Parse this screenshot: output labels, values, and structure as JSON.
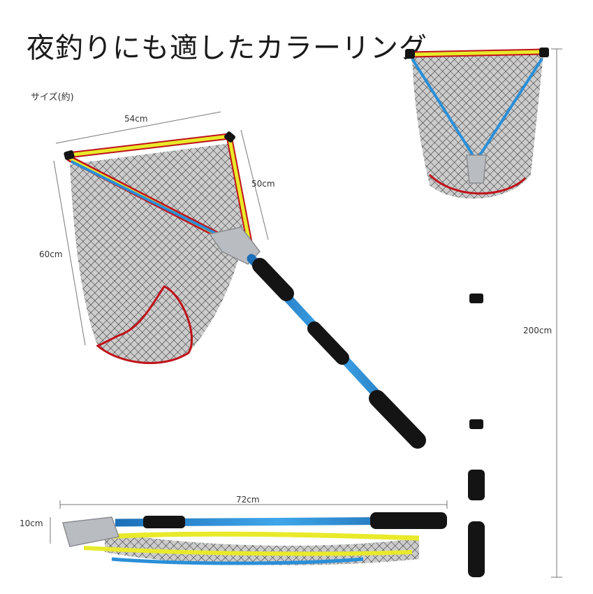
{
  "title": "夜釣りにも適したカラーリング",
  "size_note": "サイズ(約)",
  "dimensions": {
    "width": "54cm",
    "depth": "50cm",
    "height": "60cm",
    "total_length": "200cm",
    "folded_length": "72cm",
    "folded_thickness": "10cm"
  },
  "colors": {
    "pole": "#2a8fd8",
    "frame_yellow": "#e8ea2a",
    "frame_red": "#c0121a",
    "net": "#3a3a3a",
    "grip": "#141414",
    "metal": "#b9bcc0"
  }
}
